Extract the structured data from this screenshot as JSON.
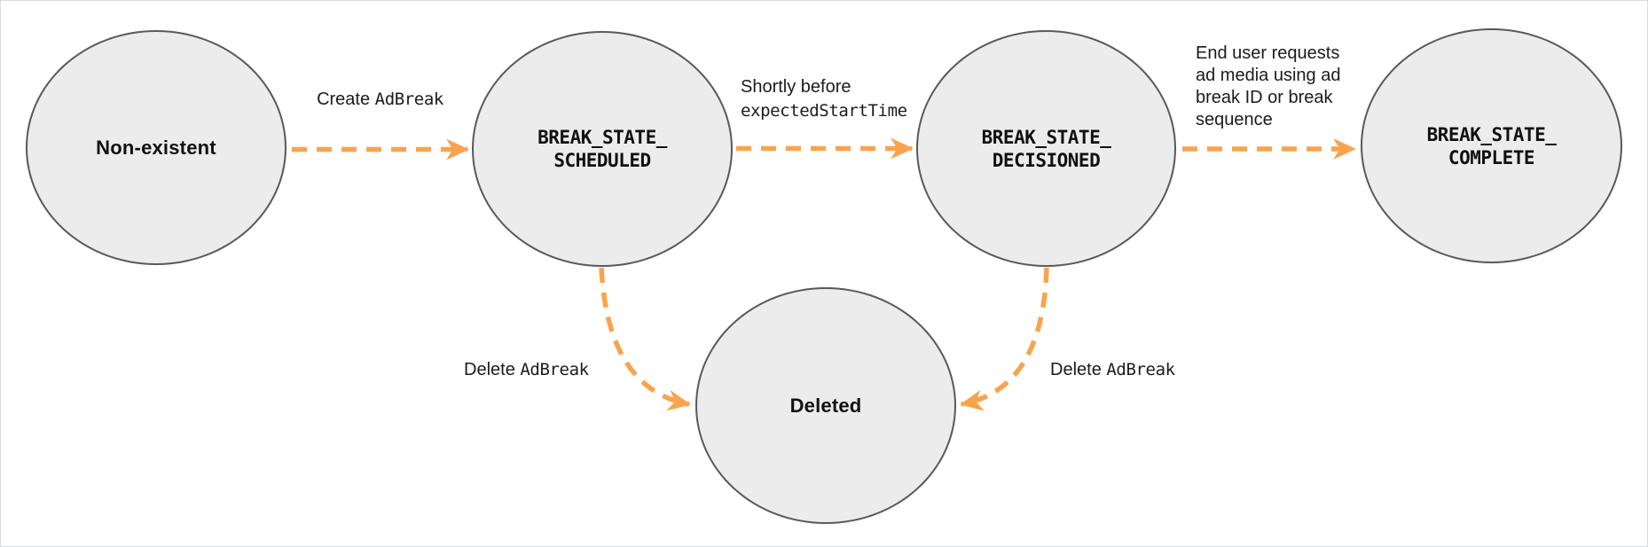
{
  "diagram": {
    "kind": "state-transition-diagram",
    "colors": {
      "arrow": "#F9A44C",
      "node_fill": "#ECECEC",
      "node_border": "#58595B",
      "text": "#1B1B1B"
    },
    "nodes": [
      {
        "id": "non-existent",
        "label": "Non-existent"
      },
      {
        "id": "break-state-scheduled",
        "line1": "BREAK_STATE_",
        "line2": "SCHEDULED"
      },
      {
        "id": "break-state-decisioned",
        "line1": "BREAK_STATE_",
        "line2": "DECISIONED"
      },
      {
        "id": "break-state-complete",
        "line1": "BREAK_STATE_",
        "line2": "COMPLETE"
      },
      {
        "id": "deleted",
        "label": "Deleted"
      }
    ],
    "edges": [
      {
        "from": "non-existent",
        "to": "break-state-scheduled",
        "label_text": "Create",
        "label_code": "AdBreak"
      },
      {
        "from": "break-state-scheduled",
        "to": "break-state-decisioned",
        "label_text": "Shortly before",
        "label_code": "expectedStartTime"
      },
      {
        "from": "break-state-decisioned",
        "to": "break-state-complete",
        "label_lines": [
          "End user requests",
          "ad media using ad",
          "break ID or break",
          "sequence"
        ]
      },
      {
        "from": "break-state-scheduled",
        "to": "deleted",
        "label_text": "Delete",
        "label_code": "AdBreak"
      },
      {
        "from": "break-state-decisioned",
        "to": "deleted",
        "label_text": "Delete",
        "label_code": "AdBreak"
      }
    ]
  }
}
